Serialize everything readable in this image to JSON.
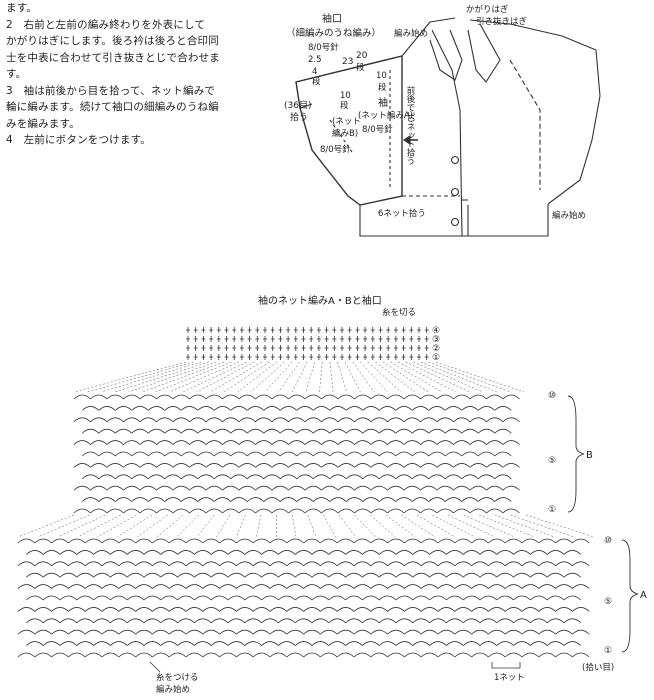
{
  "instructions": {
    "line0": "ます。",
    "step2_a": "2　右前と左前の編み終わりを外表にして",
    "step2_b": "かがりはぎにします。後ろ衿は後ろと合印同",
    "step2_c": "士を中表に合わせて引き抜きとじで合わせま",
    "step2_d": "す。",
    "step3_a": "3　袖は前後から目を拾って、ネット編みで",
    "step3_b": "輪に編みます。続けて袖口の細編みのうね編",
    "step3_c": "みを編みます。",
    "step4": "4　左前にボタンをつけます。"
  },
  "schematic": {
    "cuff_title": "袖口",
    "cuff_sub": "（細編みのうね編み）",
    "cuff_hook": "8/0号針",
    "cuff_rows_top": "2.5",
    "cuff_rows_bottom": "4",
    "cuff_rows_unit": "段",
    "rows_23": "23",
    "rows_20": "20",
    "rows_20_unit": "段",
    "rows_10a": "10",
    "rows_10a_unit": "段",
    "rows_10b": "10",
    "rows_10b_unit": "段",
    "pickup_36": "(36目)",
    "pickup_36_b": "拾う",
    "net_b": "(ネット",
    "net_b2": "編みB)",
    "hook_b": "8/0号針",
    "sleeve": "袖",
    "net_a": "(ネット編みA)",
    "hook_a": "8/0号針",
    "pickup_30": "前後で30ネット拾う",
    "net_6": "6ネット拾う",
    "start_top": "編み始め",
    "kagari": "かがりはぎ",
    "hikinuki": "引き抜きはぎ",
    "start_right": "編み始め"
  },
  "chart": {
    "title": "袖のネット編みA・Bと袖口",
    "cut_yarn": "糸を切る",
    "cuff_row4": "④",
    "cuff_row3": "③",
    "cuff_row2": "②",
    "cuff_row1": "①",
    "b_row10": "⑩",
    "b_row5": "⑤",
    "b_row1": "①",
    "b_label": "B",
    "a_row10": "⑩",
    "a_row5": "⑤",
    "a_row1": "①",
    "a_label": "A",
    "attach_yarn": "糸をつける",
    "start": "編み始め",
    "one_net": "1ネット",
    "pickup": "(拾い目)"
  }
}
